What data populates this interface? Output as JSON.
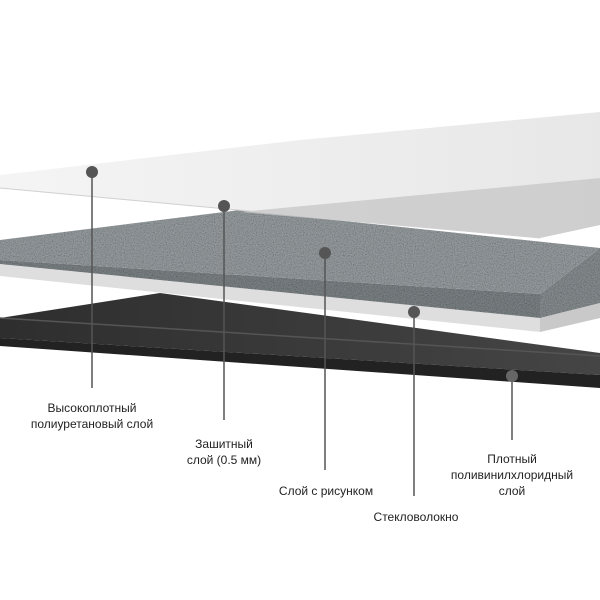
{
  "labels": {
    "polyurethane": {
      "line1": "Высокоплотный",
      "line2": "полиуретановый слой"
    },
    "protective": {
      "line1": "Зашитный",
      "line2": "слой (0.5 мм)"
    },
    "pattern": {
      "line1": "Слой с рисунком"
    },
    "fiberglass": {
      "line1": "Стекловолокно"
    },
    "pvc": {
      "line1": "Плотный",
      "line2": "поливинилхлоридный",
      "line3": "слой"
    }
  },
  "colors": {
    "top_film": "#ececec",
    "granite": "#8f9598",
    "white_strip": "#e0e0e0",
    "dark_layer": "#3a3a3a",
    "marker": "#555555"
  }
}
